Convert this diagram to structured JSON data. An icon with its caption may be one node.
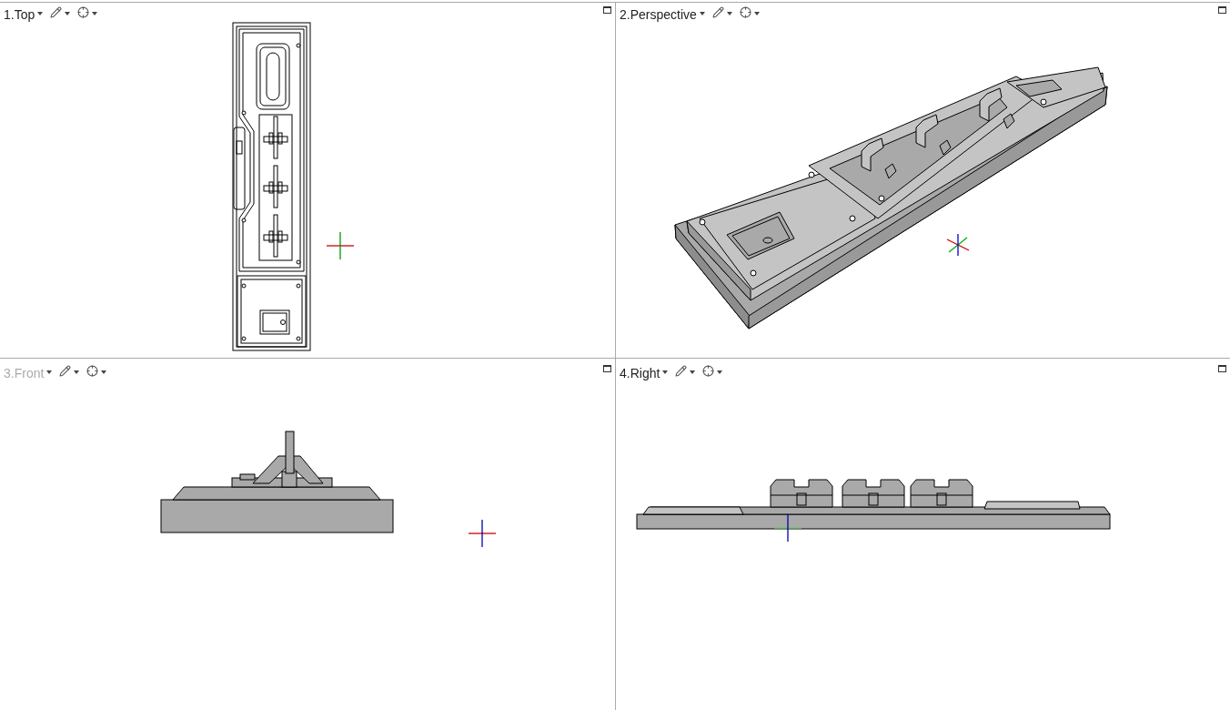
{
  "diagram": {
    "labels": [
      "1.Top",
      "2.Perspective",
      "3.Front",
      "4.Right"
    ]
  }
}
